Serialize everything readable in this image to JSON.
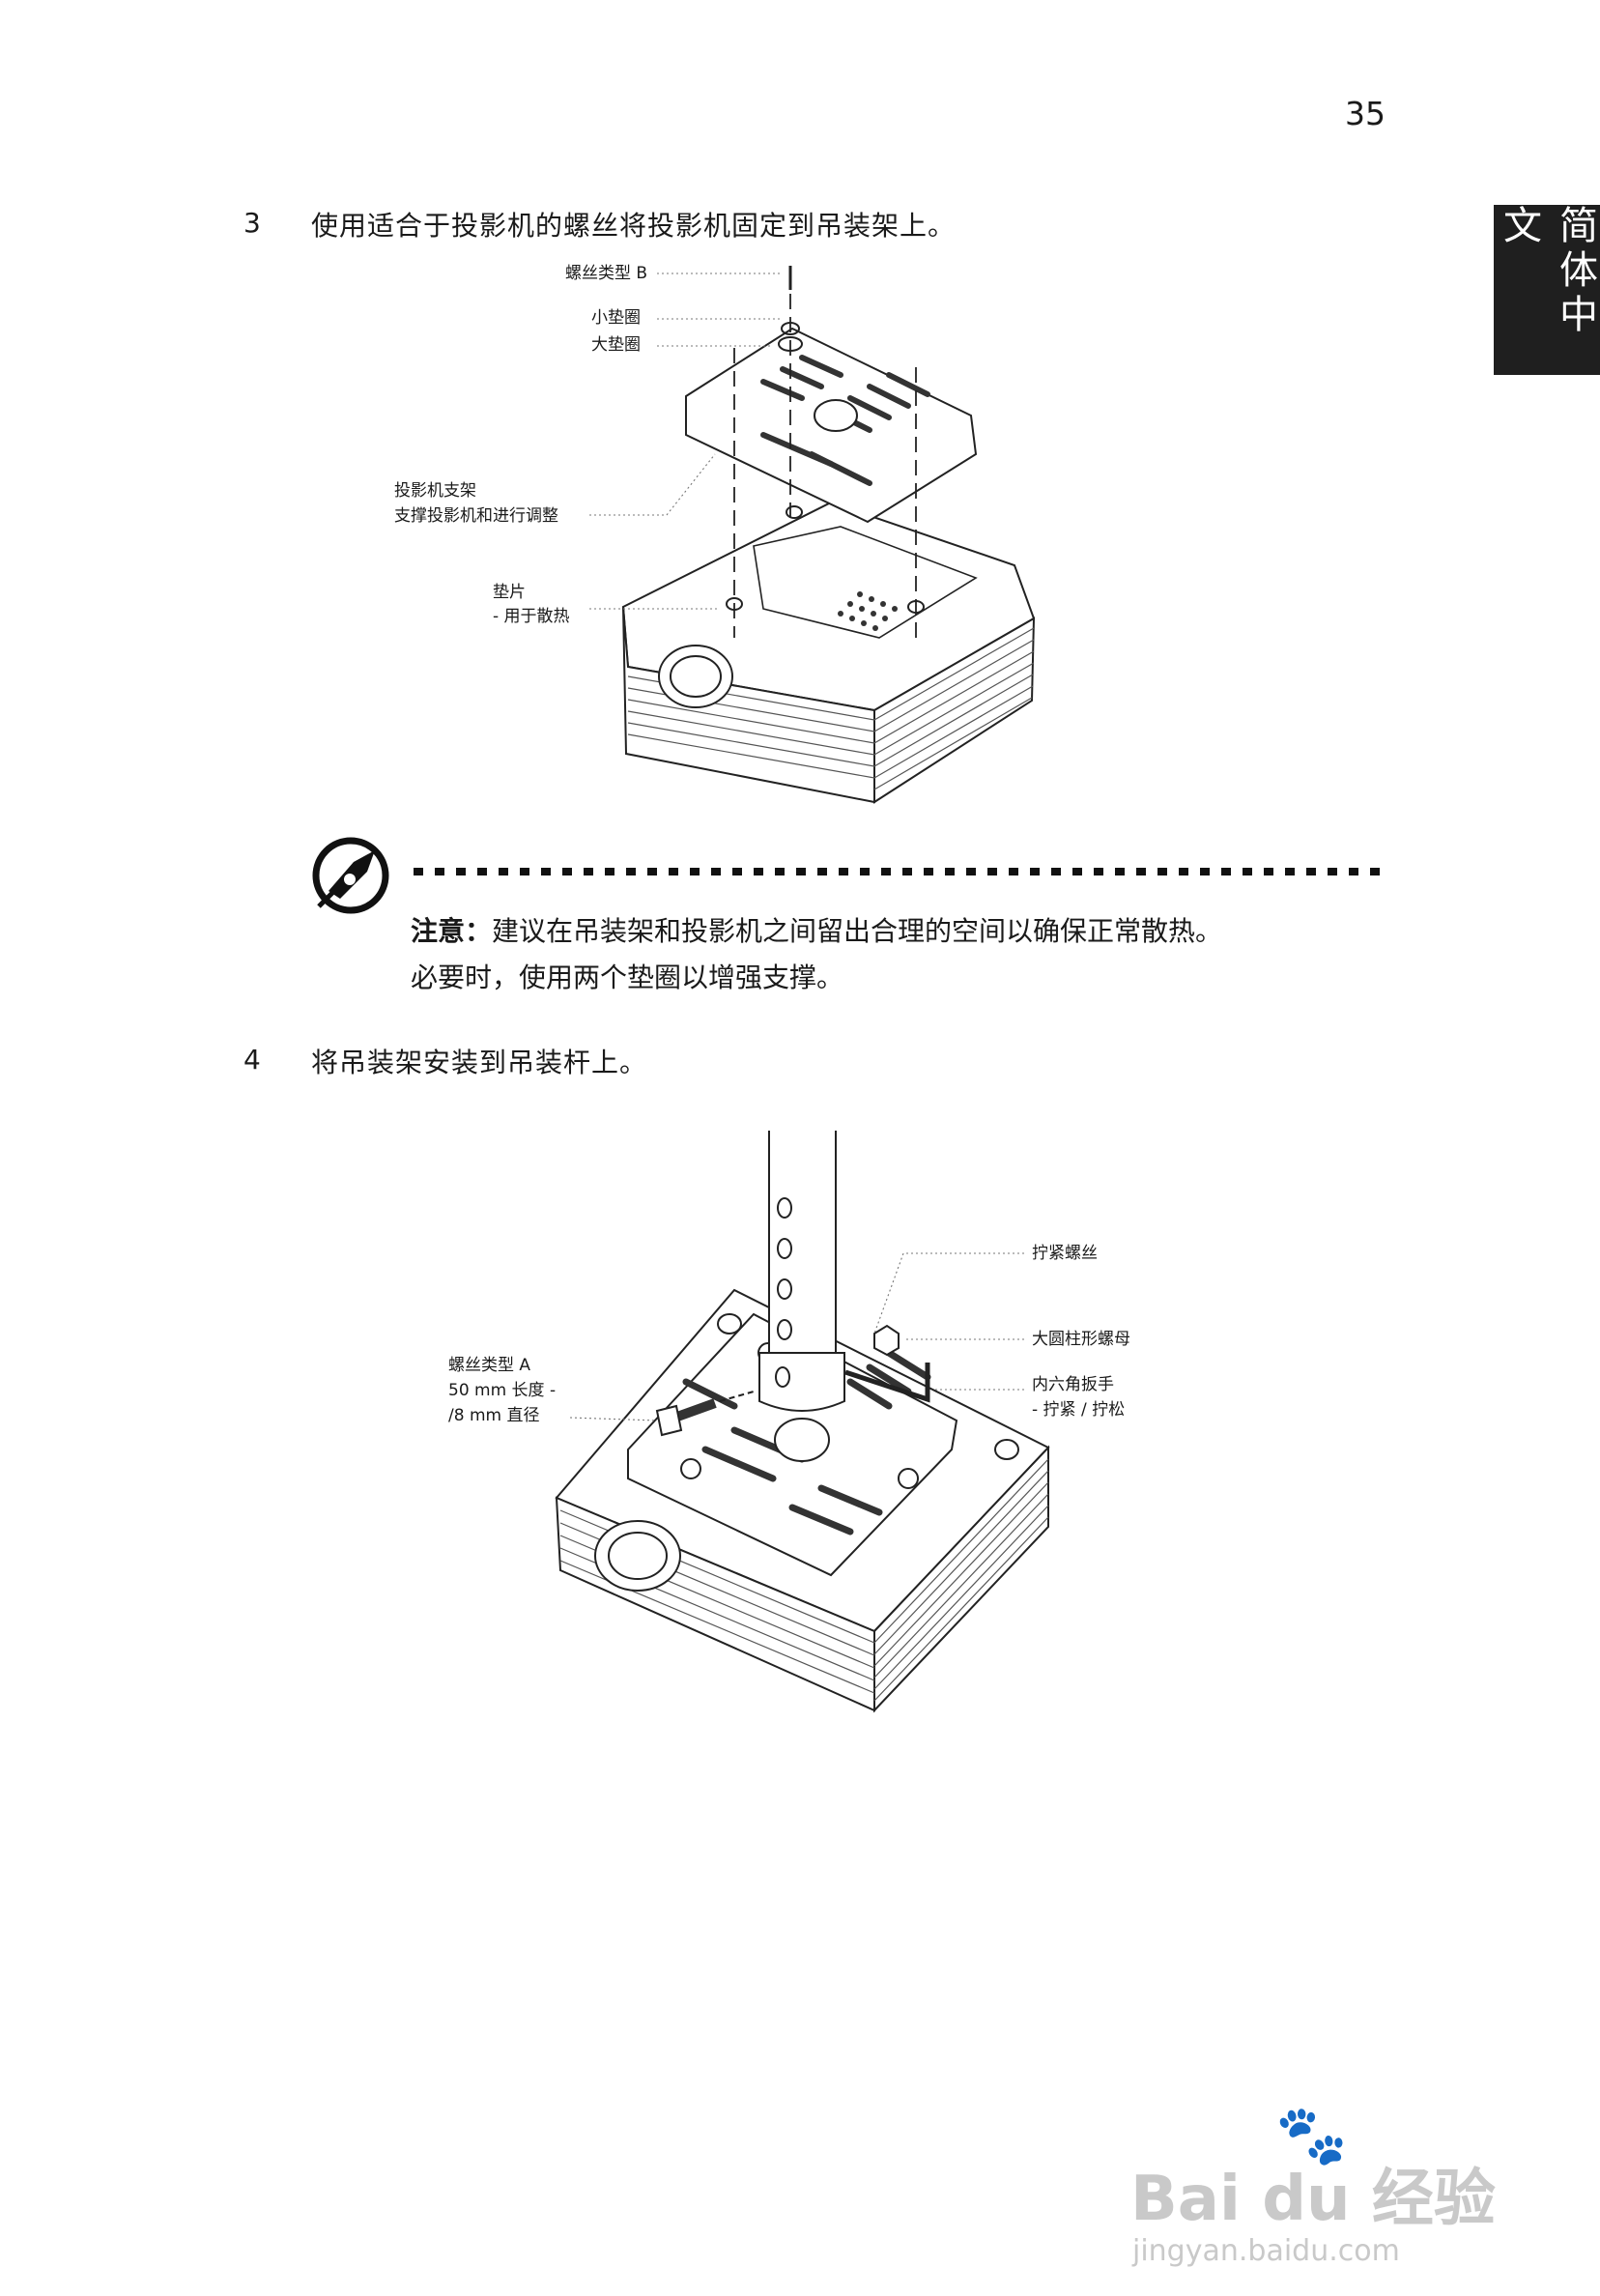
{
  "page_number": "35",
  "side_tab": "简体中文",
  "step3": {
    "num": "3",
    "text": "使用适合于投影机的螺丝将投影机固定到吊装架上。"
  },
  "fig1_labels": {
    "screw_b": "螺丝类型 B",
    "small_washer": "小垫圈",
    "large_washer": "大垫圈",
    "bracket_line1": "投影机支架",
    "bracket_line2": "支撑投影机和进行调整",
    "spacer_line1": "垫片",
    "spacer_line2": "- 用于散热"
  },
  "note": {
    "title": "注意：",
    "line1": "建议在吊装架和投影机之间留出合理的空间以确保正常散热。",
    "line2": "必要时，使用两个垫圈以增强支撑。"
  },
  "step4": {
    "num": "4",
    "text": "将吊装架安装到吊装杆上。"
  },
  "fig2_labels": {
    "tighten_screw": "拧紧螺丝",
    "nut": "大圆柱形螺母",
    "hex_line1": "内六角扳手",
    "hex_line2": "- 拧紧 / 拧松",
    "screw_a_line1": "螺丝类型 A",
    "screw_a_line2": "50 mm 长度 -",
    "screw_a_line3": "/8 mm 直径"
  },
  "watermark": {
    "brand": "Bai du 经验",
    "url": "jingyan.baidu.com"
  }
}
